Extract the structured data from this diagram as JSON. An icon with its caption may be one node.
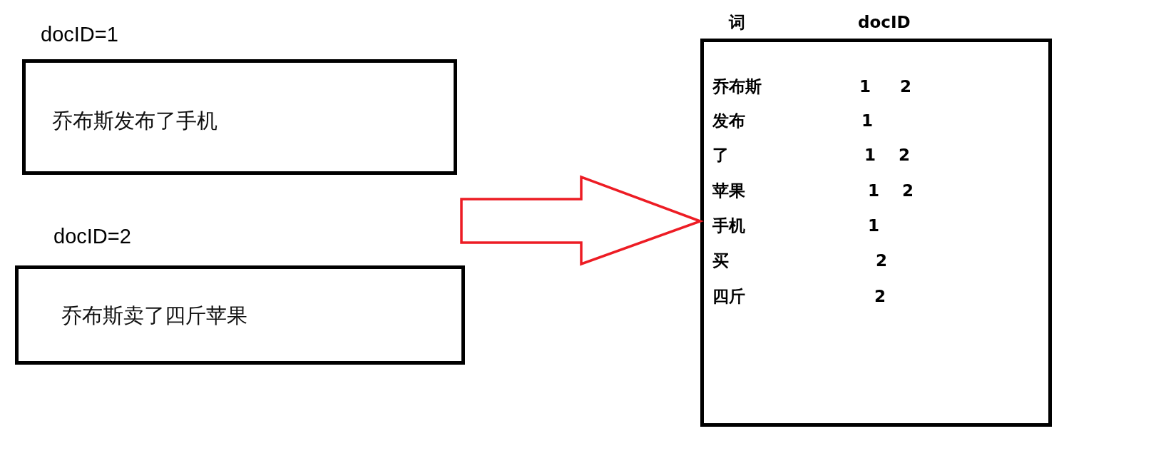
{
  "diagram": {
    "nodes": [
      {
        "text": [
          "乔布斯发布了手机"
        ],
        "beside": [
          "docID=1"
        ]
      },
      {
        "text": [
          "乔布斯卖了四斤苹果"
        ],
        "beside": [
          "docID=2"
        ]
      },
      {
        "text": [],
        "shape": "box",
        "beside": [
          "词",
          "docID"
        ]
      }
    ],
    "edges": [
      {
        "from": null,
        "to": 2,
        "arrow": "to",
        "color": "#ed1c24"
      }
    ],
    "labels": [
      "乔布斯",
      "1",
      "2",
      "发布",
      "1",
      "了",
      "1",
      "2",
      "苹果",
      "1",
      "2",
      "手机",
      "1",
      "买",
      "2",
      "四斤",
      "2"
    ]
  }
}
